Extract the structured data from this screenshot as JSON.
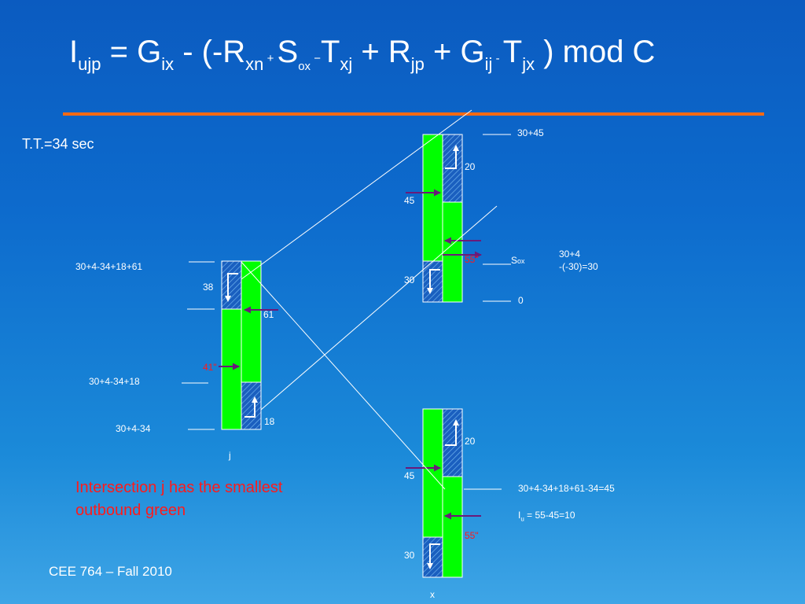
{
  "title": {
    "I": "I",
    "sub_ujp": "ujp",
    "eq": " = G",
    "sub_ix": "ix",
    "part2": " - (-R",
    "sub_xn": "xn",
    "plus_small": " + ",
    "S": "S",
    "sub_ox": "ox",
    "minus_small": " −",
    "T": "T",
    "sub_xj": "xj",
    "part3": " + R",
    "sub_jp": "jp",
    "part4": " + G",
    "sub_ij": "ij",
    "minus_small2": " - ",
    "T2": "T",
    "sub_jx": "jx",
    "tail": " ) mod C"
  },
  "travel_time": "T.T.=34 sec",
  "note": "Intersection j has the smallest outbound green",
  "footer": "CEE 764 – Fall 2010",
  "labels": {
    "p_top": "30+45",
    "p_20": "20",
    "p_45": "45",
    "p_55": "55\"",
    "p_Sox": "S",
    "p_Sox_sub": "ox",
    "p_30": "30",
    "p_0": "0",
    "p_calc_1": "30+4",
    "p_calc_2": "-(-30)=30",
    "j_top": "30+4-34+18+61",
    "j_38": "38",
    "j_61": "61",
    "j_41": "41\"",
    "j_mid": "30+4-34+18",
    "j_18": "18",
    "j_bottom": "30+4-34",
    "j_name": "j",
    "x_20": "20",
    "x_45": "45",
    "x_calc": "30+4-34+18+61-34=45",
    "x_I": "I",
    "x_I_sub": "u",
    "x_I_rest": " = 55-45=10",
    "x_55": "55\"",
    "x_30": "30",
    "x_name": "x"
  },
  "colors": {
    "background": "#0d6bcd",
    "green": "#00ff00",
    "orange_rule": "#ff6a13",
    "arrow_purple": "#6a1b7a",
    "red_text": "#ff1a1a"
  }
}
